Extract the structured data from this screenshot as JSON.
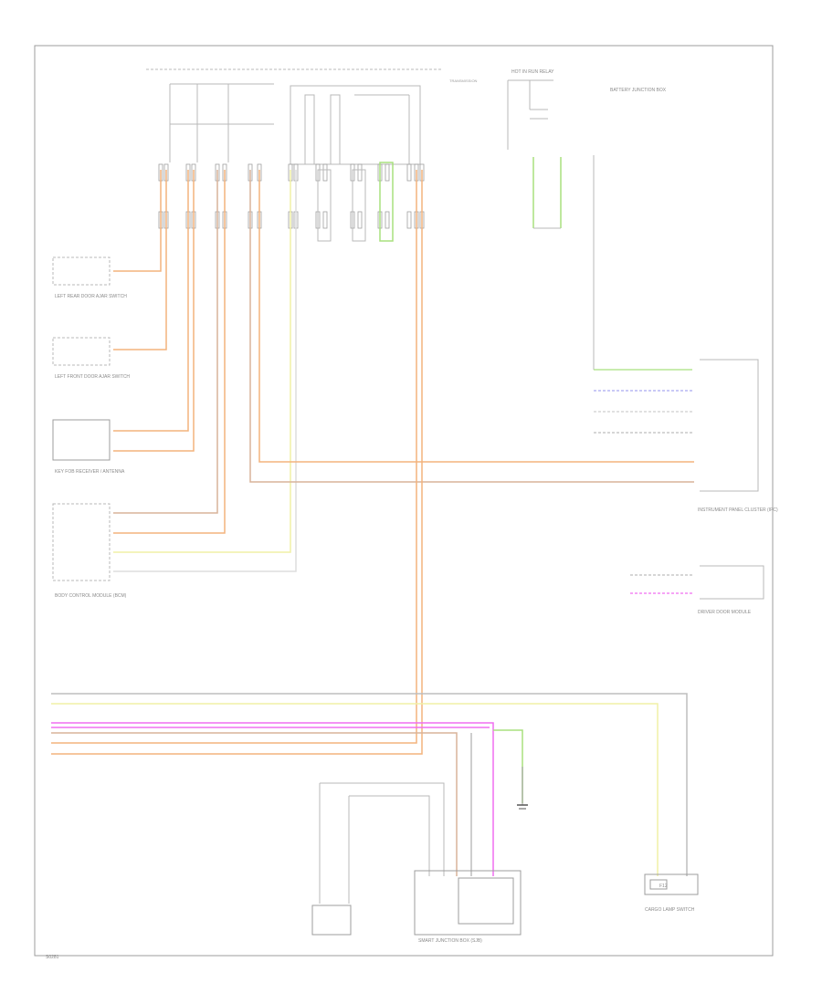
{
  "labels": {
    "bottom_left": "S0281",
    "l1_name": "LEFT REAR DOOR AJAR SWITCH",
    "l2_name": "LEFT FRONT DOOR AJAR SWITCH",
    "l3_name": "KEY FOB RECEIVER / ANTENNA",
    "l4_name": "BODY CONTROL MODULE (BCM)",
    "r1_name": "HOT IN RUN RELAY",
    "r2_name": "BATTERY JUNCTION BOX",
    "r3_name": "INSTRUMENT PANEL CLUSTER (IPC)",
    "r4_name": "DRIVER DOOR MODULE",
    "bottom_mod": "SMART JUNCTION BOX (SJB)",
    "bottom_rear": "CARGO LAMP SWITCH",
    "fuse_label": "F12",
    "wire_colors": [
      "YE/BU",
      "BN/WH",
      "VT/BN",
      "GY/VT",
      "BU/OG"
    ]
  },
  "colors": {
    "orange": "#f3b37d",
    "tan": "#d9b49a",
    "pink": "#f06ef0",
    "yellow": "#f1f0a6",
    "green": "#a8e07e",
    "blue": "#a9a9f0",
    "grey": "#bdbdbd"
  }
}
